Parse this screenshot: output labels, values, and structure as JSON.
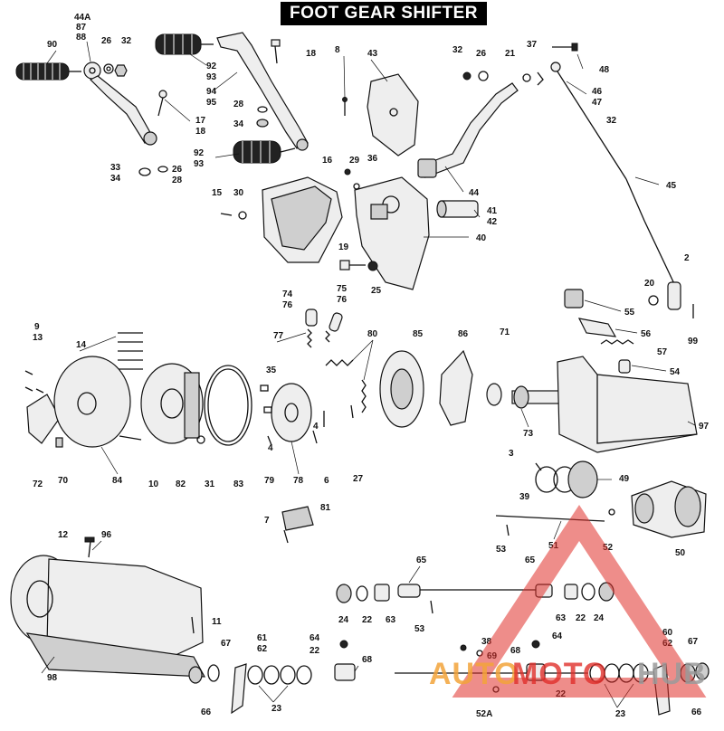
{
  "title": "FOOT GEAR SHIFTER",
  "watermark": {
    "word1": "AUTO",
    "word2": "MOTO",
    "word3": "HUB",
    "color_orange": "#f2a33a",
    "color_red": "#e0302a",
    "color_grey": "#9a9a9a"
  },
  "callouts": {
    "c44a": "44A",
    "c87": "87",
    "c88": "88",
    "c90": "90",
    "c26a": "26",
    "c32a": "32",
    "c92a": "92",
    "c93a": "93",
    "c18a": "18",
    "c94": "94",
    "c95": "95",
    "c28": "28",
    "c34a": "34",
    "c17": "17",
    "c18b": "18",
    "c92b": "92",
    "c93b": "93",
    "c33": "33",
    "c34b": "34",
    "c26b": "26",
    "c28b": "28",
    "c8": "8",
    "c43": "43",
    "c32b": "32",
    "c26c": "26",
    "c21": "21",
    "c37": "37",
    "c48": "48",
    "c46": "46",
    "c47": "47",
    "c32c": "32",
    "c45": "45",
    "c16": "16",
    "c29": "29",
    "c36": "36",
    "c44": "44",
    "c15": "15",
    "c30": "30",
    "c41": "41",
    "c42": "42",
    "c40": "40",
    "c19": "19",
    "c25": "25",
    "c20": "20",
    "c2": "2",
    "c99": "99",
    "c55": "55",
    "c56": "56",
    "c57": "57",
    "c54": "54",
    "c74": "74",
    "c76a": "76",
    "c75": "75",
    "c76b": "76",
    "c77": "77",
    "c80": "80",
    "c85": "85",
    "c86": "86",
    "c71": "71",
    "c9": "9",
    "c13": "13",
    "c14": "14",
    "c35": "35",
    "c72": "72",
    "c70": "70",
    "c84": "84",
    "c10": "10",
    "c82": "82",
    "c31": "31",
    "c83": "83",
    "c4a": "4",
    "c4b": "4",
    "c79": "79",
    "c78": "78",
    "c6": "6",
    "c27": "27",
    "c73": "73",
    "c97": "97",
    "c3": "3",
    "c49": "49",
    "c39": "39",
    "c81": "81",
    "c7": "7",
    "c51": "51",
    "c52": "52",
    "c53a": "53",
    "c50": "50",
    "c12": "12",
    "c96": "96",
    "c65a": "65",
    "c65b": "65",
    "c24a": "24",
    "c22a": "22",
    "c63a": "63",
    "c53b": "53",
    "c63b": "63",
    "c22b": "22",
    "c24b": "24",
    "c11": "11",
    "c98": "98",
    "c67a": "67",
    "c61": "61",
    "c62a": "62",
    "c64a": "64",
    "c22c": "22",
    "c68a": "68",
    "c38": "38",
    "c69": "69",
    "c68b": "68",
    "c64b": "64",
    "c60": "60",
    "c62b": "62",
    "c67b": "67",
    "c66a": "66",
    "c23a": "23",
    "c52a": "52A",
    "c22d": "22",
    "c23b": "23",
    "c66b": "66"
  }
}
